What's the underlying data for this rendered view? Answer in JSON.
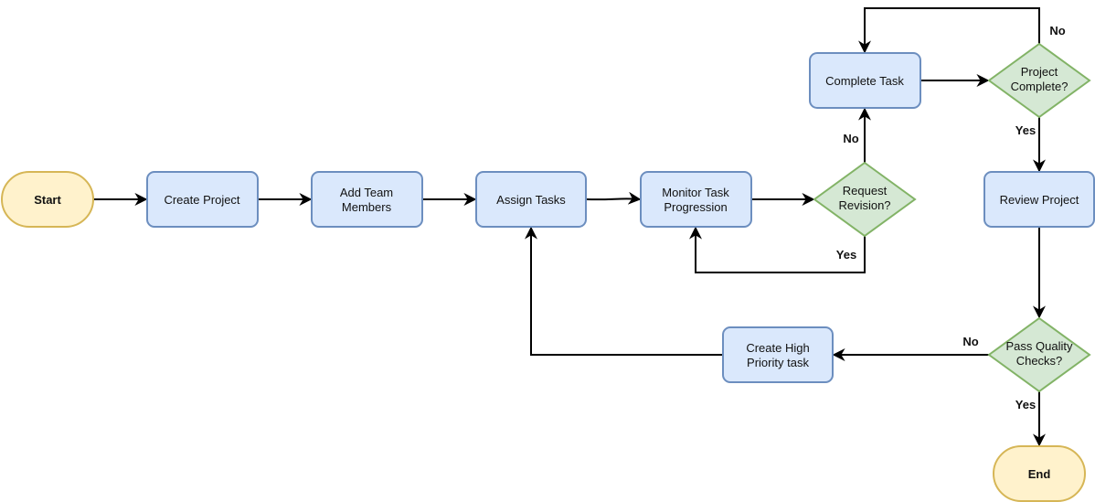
{
  "colors": {
    "terminal_fill": "#fff2cc",
    "terminal_stroke": "#d6b656",
    "process_fill": "#dae8fc",
    "process_stroke": "#6c8ebf",
    "decision_fill": "#d5e8d4",
    "decision_stroke": "#82b366",
    "edge": "#000000"
  },
  "nodes": {
    "start": "Start",
    "create_project": "Create Project",
    "add_team_1": "Add Team",
    "add_team_2": "Members",
    "assign_tasks": "Assign Tasks",
    "monitor_1": "Monitor Task",
    "monitor_2": "Progression",
    "request_1": "Request",
    "request_2": "Revision?",
    "complete_task": "Complete Task",
    "project_complete_1": "Project",
    "project_complete_2": "Complete?",
    "review_project": "Review Project",
    "pass_quality_1": "Pass Quality",
    "pass_quality_2": "Checks?",
    "high_priority_1": "Create High",
    "high_priority_2": "Priority task",
    "end": "End"
  },
  "edge_labels": {
    "request_no": "No",
    "request_yes": "Yes",
    "complete_no": "No",
    "complete_yes": "Yes",
    "quality_no": "No",
    "quality_yes": "Yes"
  }
}
